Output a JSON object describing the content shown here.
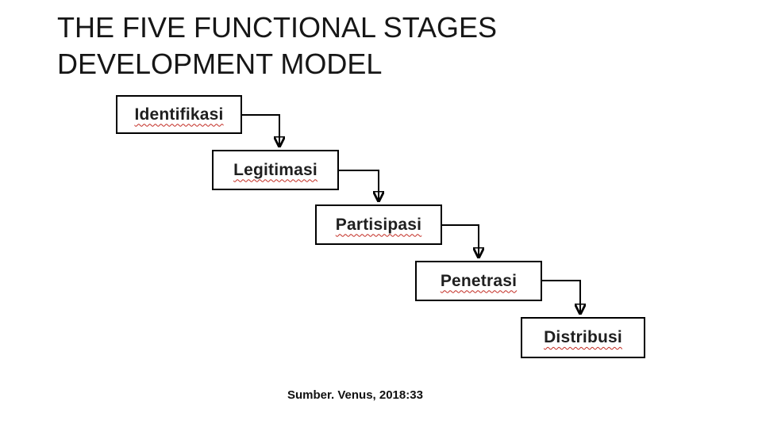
{
  "slide": {
    "title_lines": [
      "THE FIVE FUNCTIONAL STAGES",
      "DEVELOPMENT MODEL"
    ],
    "source": "Sumber. Venus, 2018:33"
  },
  "diagram": {
    "type": "staircase-flow",
    "description": "Five stage boxes stepping down left-to-right, each connected to the next by an elbow arrow",
    "stages": [
      {
        "label": "Identifikasi"
      },
      {
        "label": "Legitimasi"
      },
      {
        "label": "Partisipasi"
      },
      {
        "label": "Penetrasi"
      },
      {
        "label": "Distribusi"
      }
    ],
    "colors": {
      "box_border": "#000000",
      "box_fill": "#ffffff",
      "label_text": "#1f1f1f",
      "spellcheck_underline": "#c22a21",
      "connector": "#000000",
      "title_text": "#161616"
    }
  }
}
